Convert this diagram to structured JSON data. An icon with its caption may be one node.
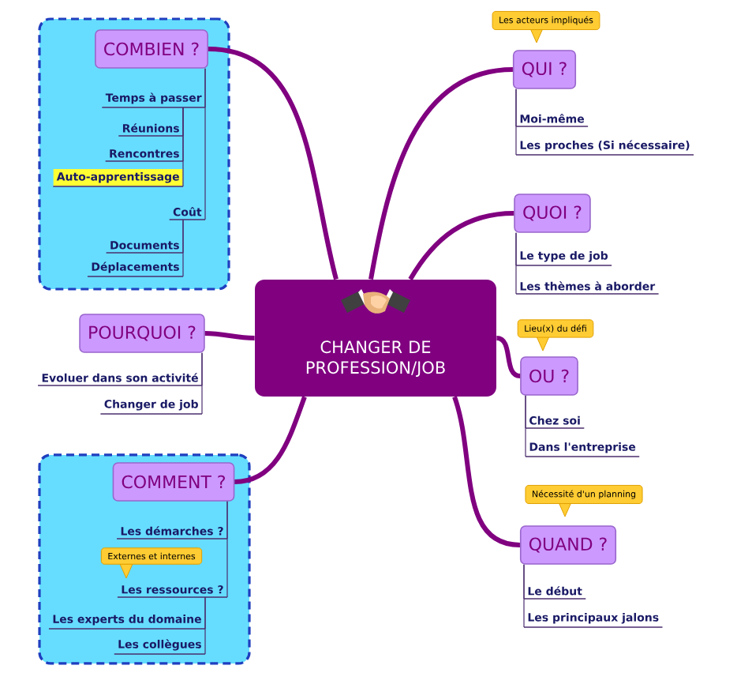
{
  "diagram": {
    "nodes": [
      {
        "text": [],
        "shape": "box"
      },
      {
        "text": [
          "COMBIEN ?"
        ],
        "in": 0
      },
      {
        "text": [
          "Temps à passer"
        ],
        "in": 0
      },
      {
        "text": [
          "Réunions"
        ],
        "in": 0
      },
      {
        "text": [
          "Rencontres"
        ],
        "in": 0
      },
      {
        "text": [
          "Auto-apprentissage"
        ],
        "in": 0
      },
      {
        "text": [
          "Coût"
        ],
        "in": 0
      },
      {
        "text": [
          "Documents"
        ],
        "in": 0
      },
      {
        "text": [
          "Déplacements"
        ],
        "in": 0
      },
      {
        "text": [
          "Les acteurs impliqués"
        ]
      },
      {
        "text": [
          "QUI ?"
        ]
      },
      {
        "text": [
          "Moi-même"
        ]
      },
      {
        "text": [
          "Les proches (Si nécessaire)"
        ]
      },
      {
        "text": [
          "QUOI ?"
        ]
      },
      {
        "text": [
          "Le type de job"
        ]
      },
      {
        "text": [
          "Les thèmes à aborder"
        ]
      },
      {
        "text": [
          "CHANGER DE PROFESSION/JOB"
        ]
      },
      {
        "text": [
          "POURQUOI ?"
        ]
      },
      {
        "text": [
          "Evoluer dans son activité"
        ]
      },
      {
        "text": [
          "Changer de job"
        ]
      },
      {
        "text": [
          "Lieu(x) du défi"
        ]
      },
      {
        "text": [
          "OU ?"
        ]
      },
      {
        "text": [
          "Chez soi"
        ]
      },
      {
        "text": [
          "Dans l'entreprise"
        ]
      },
      {
        "text": [],
        "shape": "box"
      },
      {
        "text": [
          "COMMENT ?"
        ],
        "in": 24
      },
      {
        "text": [
          "Les démarches ?"
        ],
        "in": 24
      },
      {
        "text": [
          "Externes et internes"
        ],
        "in": 24
      },
      {
        "text": [
          "Les ressources ?"
        ],
        "in": 24
      },
      {
        "text": [
          "Les experts du domaine"
        ],
        "in": 24
      },
      {
        "text": [
          "Les collègues"
        ],
        "in": 24
      },
      {
        "text": [
          "Nécessité d'un planning"
        ]
      },
      {
        "text": [
          "QUAND ?"
        ]
      },
      {
        "text": [
          "Le début"
        ]
      },
      {
        "text": [
          "Les principaux jalons"
        ]
      }
    ],
    "edges": [
      {
        "from": 16,
        "to": 1,
        "arrow": "none",
        "style": "thick",
        "color": "#800080"
      },
      {
        "from": 16,
        "to": 10,
        "arrow": "none",
        "style": "thick",
        "color": "#800080"
      },
      {
        "from": 16,
        "to": 13,
        "arrow": "none",
        "style": "thick",
        "color": "#800080"
      },
      {
        "from": 16,
        "to": 17,
        "arrow": "none",
        "style": "thick",
        "color": "#800080"
      },
      {
        "from": 16,
        "to": 21,
        "arrow": "none",
        "style": "thick",
        "color": "#800080"
      },
      {
        "from": 16,
        "to": 25,
        "arrow": "none",
        "style": "thick",
        "color": "#800080"
      },
      {
        "from": 16,
        "to": 32,
        "arrow": "none",
        "style": "thick",
        "color": "#800080"
      },
      {
        "from": 1,
        "to": 2,
        "arrow": "none"
      },
      {
        "from": 2,
        "to": 3,
        "arrow": "none"
      },
      {
        "from": 2,
        "to": 4,
        "arrow": "none"
      },
      {
        "from": 2,
        "to": 5,
        "arrow": "none"
      },
      {
        "from": 1,
        "to": 6,
        "arrow": "none"
      },
      {
        "from": 6,
        "to": 7,
        "arrow": "none"
      },
      {
        "from": 6,
        "to": 8,
        "arrow": "none"
      },
      {
        "from": 10,
        "to": 11,
        "arrow": "none"
      },
      {
        "from": 10,
        "to": 12,
        "arrow": "none"
      },
      {
        "from": 13,
        "to": 14,
        "arrow": "none"
      },
      {
        "from": 13,
        "to": 15,
        "arrow": "none"
      },
      {
        "from": 17,
        "to": 18,
        "arrow": "none"
      },
      {
        "from": 17,
        "to": 19,
        "arrow": "none"
      },
      {
        "from": 21,
        "to": 22,
        "arrow": "none"
      },
      {
        "from": 21,
        "to": 23,
        "arrow": "none"
      },
      {
        "from": 25,
        "to": 26,
        "arrow": "none"
      },
      {
        "from": 25,
        "to": 28,
        "arrow": "none"
      },
      {
        "from": 28,
        "to": 29,
        "arrow": "none"
      },
      {
        "from": 28,
        "to": 30,
        "arrow": "none"
      },
      {
        "from": 32,
        "to": 33,
        "arrow": "none"
      },
      {
        "from": 32,
        "to": 34,
        "arrow": "none"
      }
    ]
  }
}
